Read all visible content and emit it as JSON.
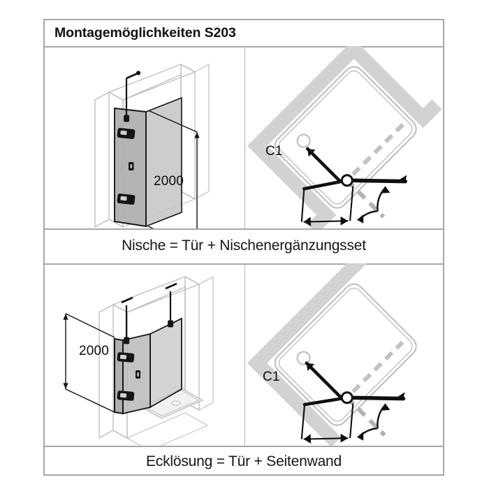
{
  "header": {
    "title": "Montagemöglichkeiten S203"
  },
  "rows": [
    {
      "id": "niche",
      "caption": "Nische = Tür + Nischenergänzungsset",
      "isometric": {
        "name": "niche-isometric-drawing",
        "height_dimension_label": "2000"
      },
      "floorplan": {
        "name": "niche-floorplan-drawing",
        "clearance_dimension_label": "C1"
      }
    },
    {
      "id": "corner",
      "caption": "Ecklösung = Tür + Seitenwand",
      "isometric": {
        "name": "corner-isometric-drawing",
        "height_dimension_label": "2000"
      },
      "floorplan": {
        "name": "corner-floorplan-drawing",
        "clearance_dimension_label": "C1"
      }
    }
  ],
  "colors": {
    "frame_border": "#a8a8a8",
    "inner_divider": "#b4b4b4",
    "glass_fill": "#b5b5b5",
    "glass_fill_light": "#c9c9c9",
    "wall_outline": "#bdbdbd",
    "wall_plan_fill": "#d2d2d2",
    "hardware_dark": "#121212",
    "text": "#131313"
  }
}
